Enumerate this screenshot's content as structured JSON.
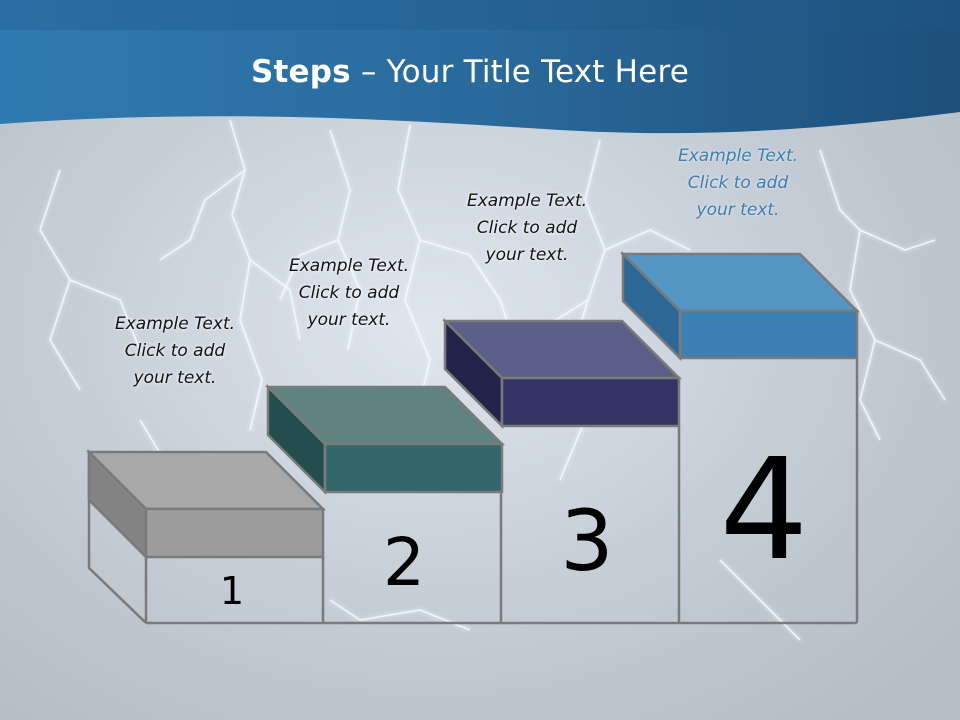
{
  "slide": {
    "title_bold": "Steps",
    "title_rest": " – Your Title Text Here"
  },
  "steps": [
    {
      "number": "1",
      "text": "Example Text.\nClick  to add\nyour text.",
      "colors": {
        "top": "#a8a8a8",
        "front": "#9c9c9c",
        "side": "#838383"
      }
    },
    {
      "number": "2",
      "text": "Example Text.\nClick  to add\nyour text.",
      "colors": {
        "top": "#5f8480",
        "front": "#33676a",
        "side": "#234d4e"
      }
    },
    {
      "number": "3",
      "text": "Example Text.\nClick  to add\nyour text.",
      "colors": {
        "top": "#5c5f8a",
        "front": "#343566",
        "side": "#23244c"
      }
    },
    {
      "number": "4",
      "text": "Example Text.\nClick  to add\nyour text.",
      "colors": {
        "top": "#5497c4",
        "front": "#3d7fb2",
        "side": "#2c6898"
      }
    }
  ],
  "theme": {
    "header_dark": "#1e4d76",
    "header_light": "#3a82b6",
    "background": "#c8ced6",
    "outline": "#7a7a7a"
  }
}
